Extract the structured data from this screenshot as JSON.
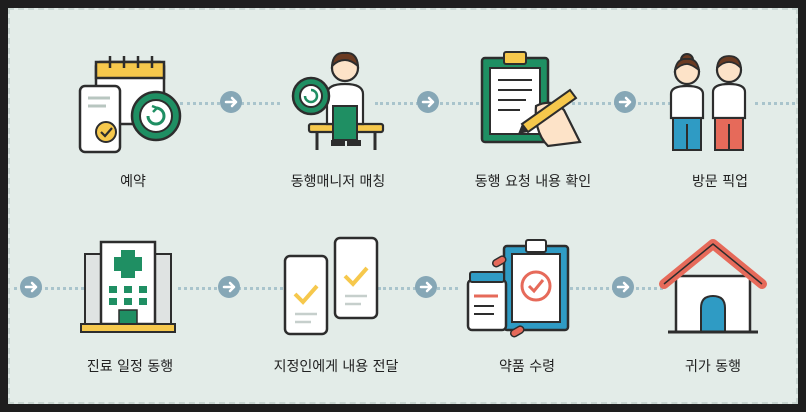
{
  "steps": [
    {
      "label": "예약",
      "icon": "calendar-phone-icon"
    },
    {
      "label": "동행매니저 매칭",
      "icon": "manager-on-bench-icon"
    },
    {
      "label": "동행 요청 내용 확인",
      "icon": "clipboard-writing-icon"
    },
    {
      "label": "방문 픽업",
      "icon": "two-people-icon"
    },
    {
      "label": "진료 일정 동행",
      "icon": "hospital-building-icon"
    },
    {
      "label": "지정인에게 내용 전달",
      "icon": "phones-checkmark-icon"
    },
    {
      "label": "약품 수령",
      "icon": "medicine-clipboard-icon"
    },
    {
      "label": "귀가 동행",
      "icon": "house-icon"
    }
  ],
  "colors": {
    "background": "#e3ece8",
    "accent_green": "#1f8f63",
    "arrow": "#86a7b6",
    "outline": "#2d2d2d"
  }
}
